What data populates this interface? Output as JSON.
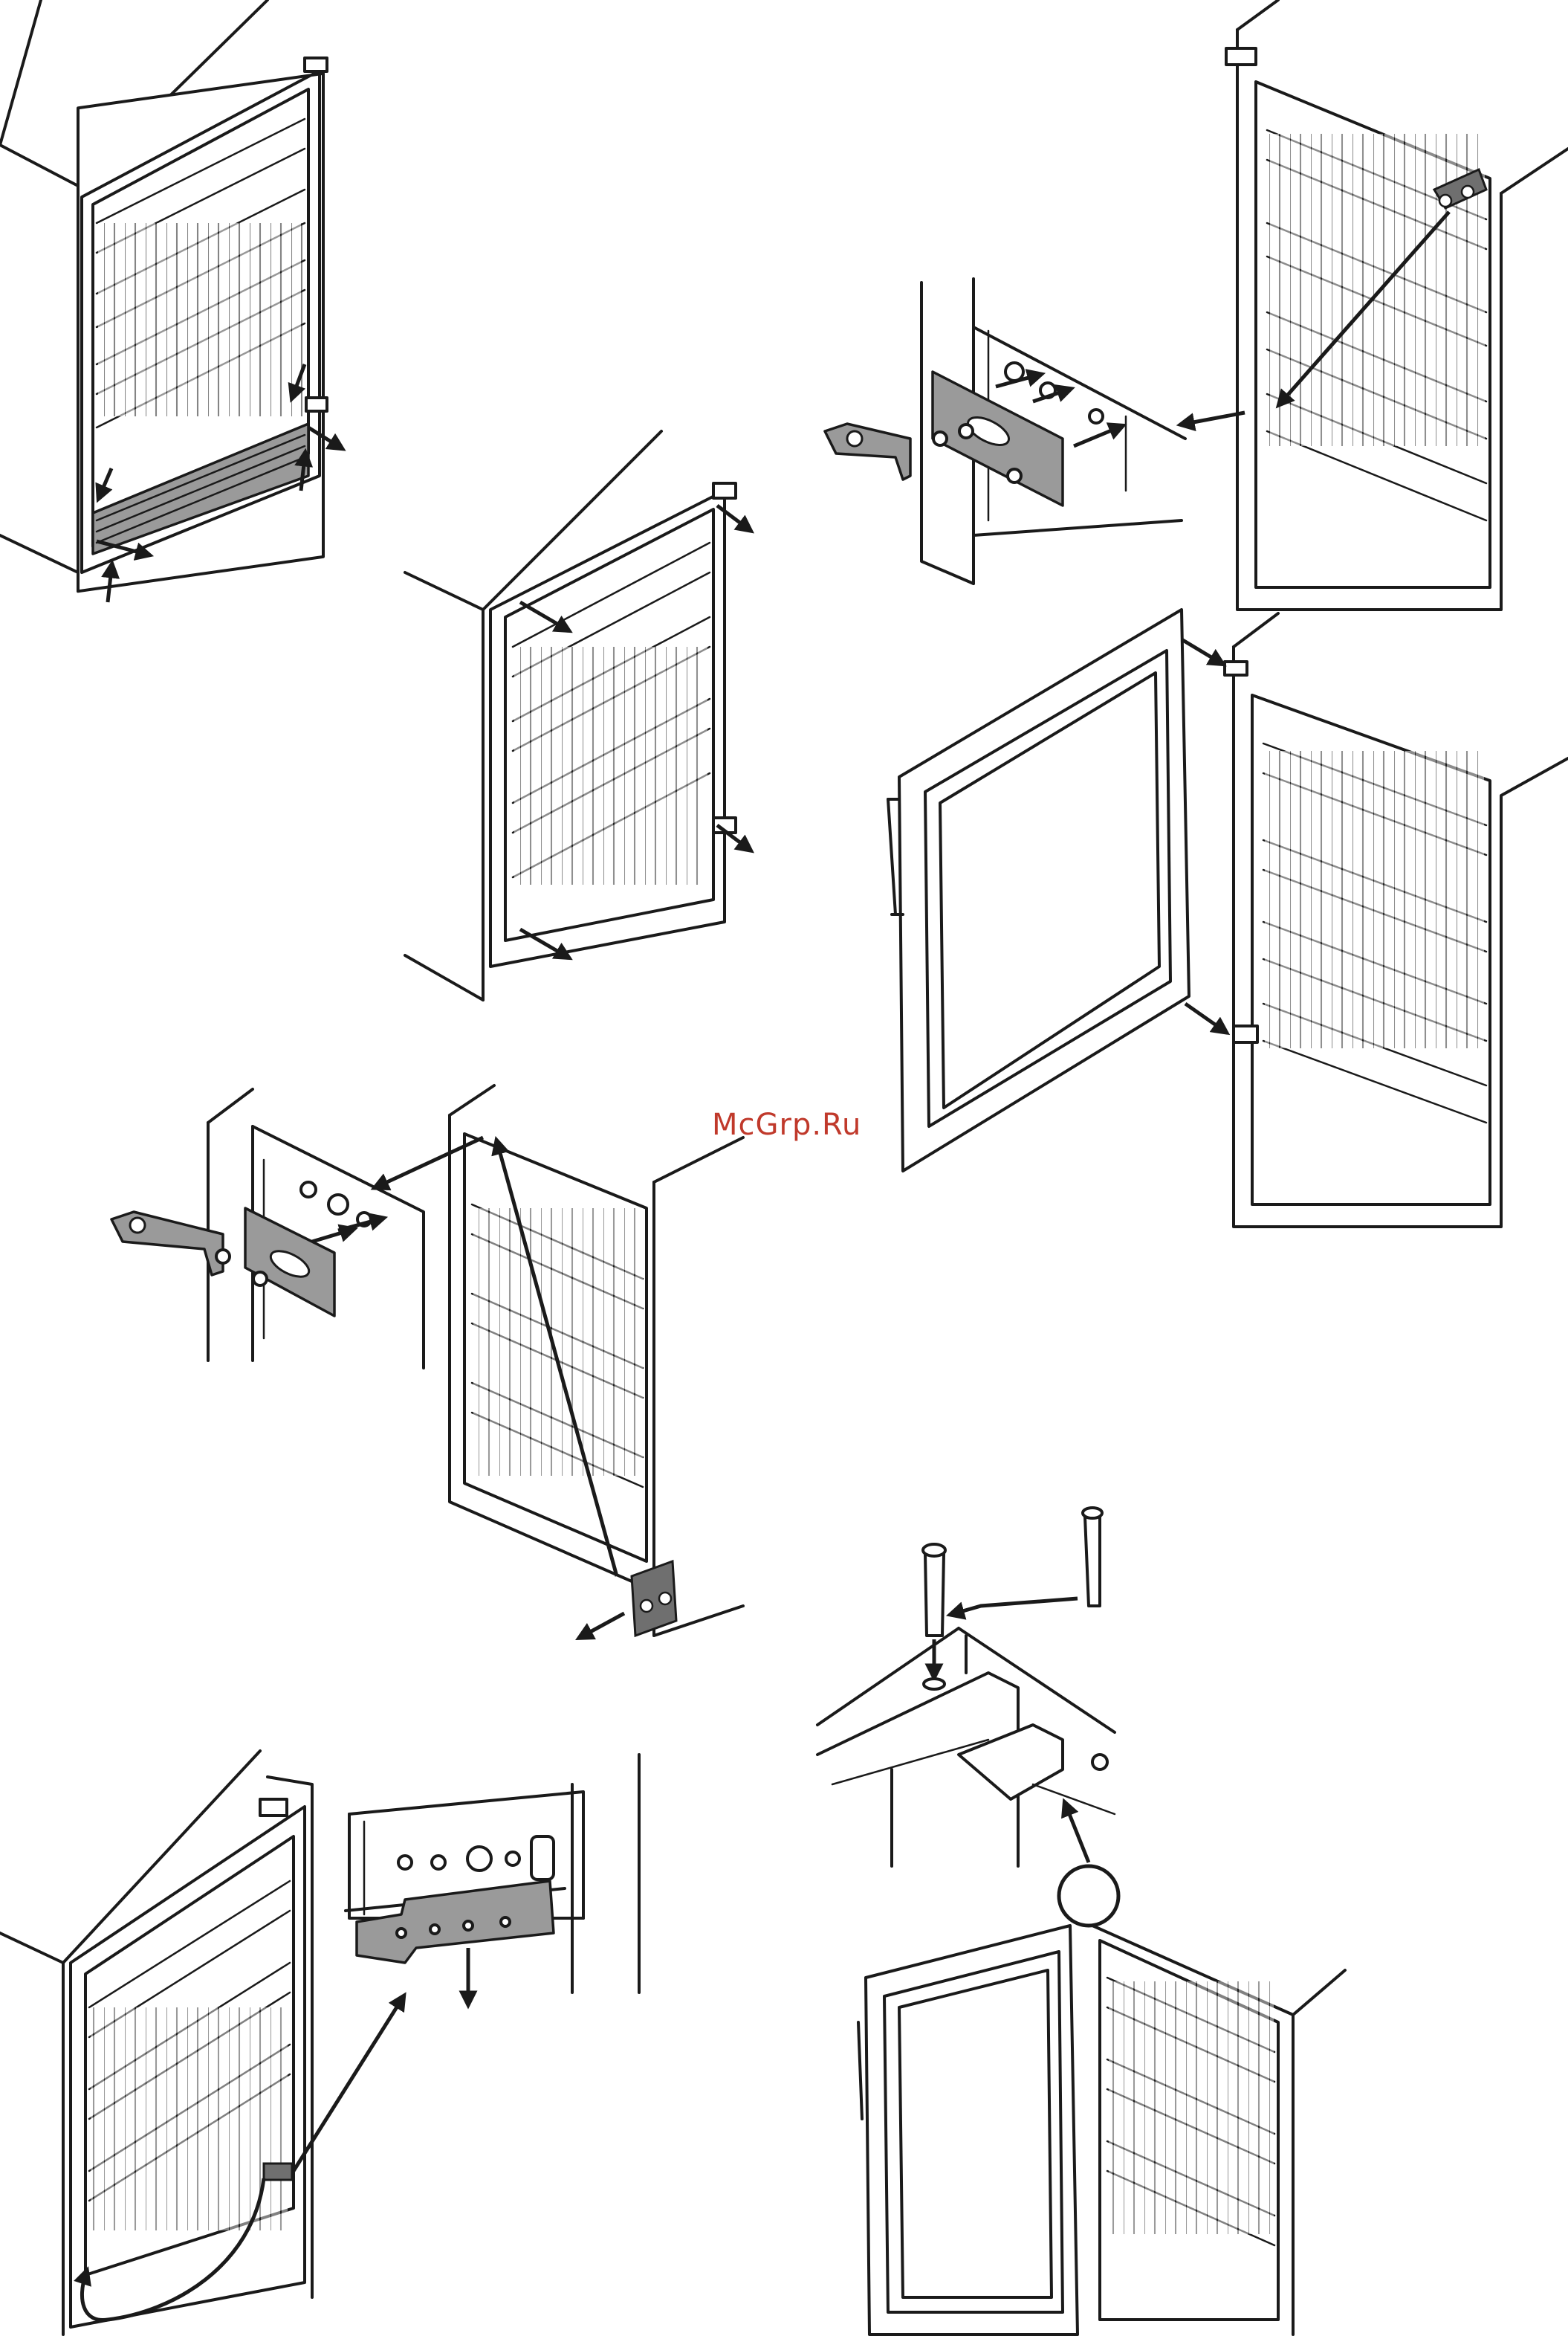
{
  "watermark": {
    "text": "McGrp.Ru",
    "color": "#c0392b"
  },
  "figures": [
    {
      "id": "remove-plinth"
    },
    {
      "id": "unscrew-top-hinge"
    },
    {
      "id": "remove-door-frame"
    },
    {
      "id": "unmount-door"
    },
    {
      "id": "refit-hinge-left"
    },
    {
      "id": "move-bottom-bracket"
    },
    {
      "id": "fit-pin-and-hang-door"
    }
  ]
}
